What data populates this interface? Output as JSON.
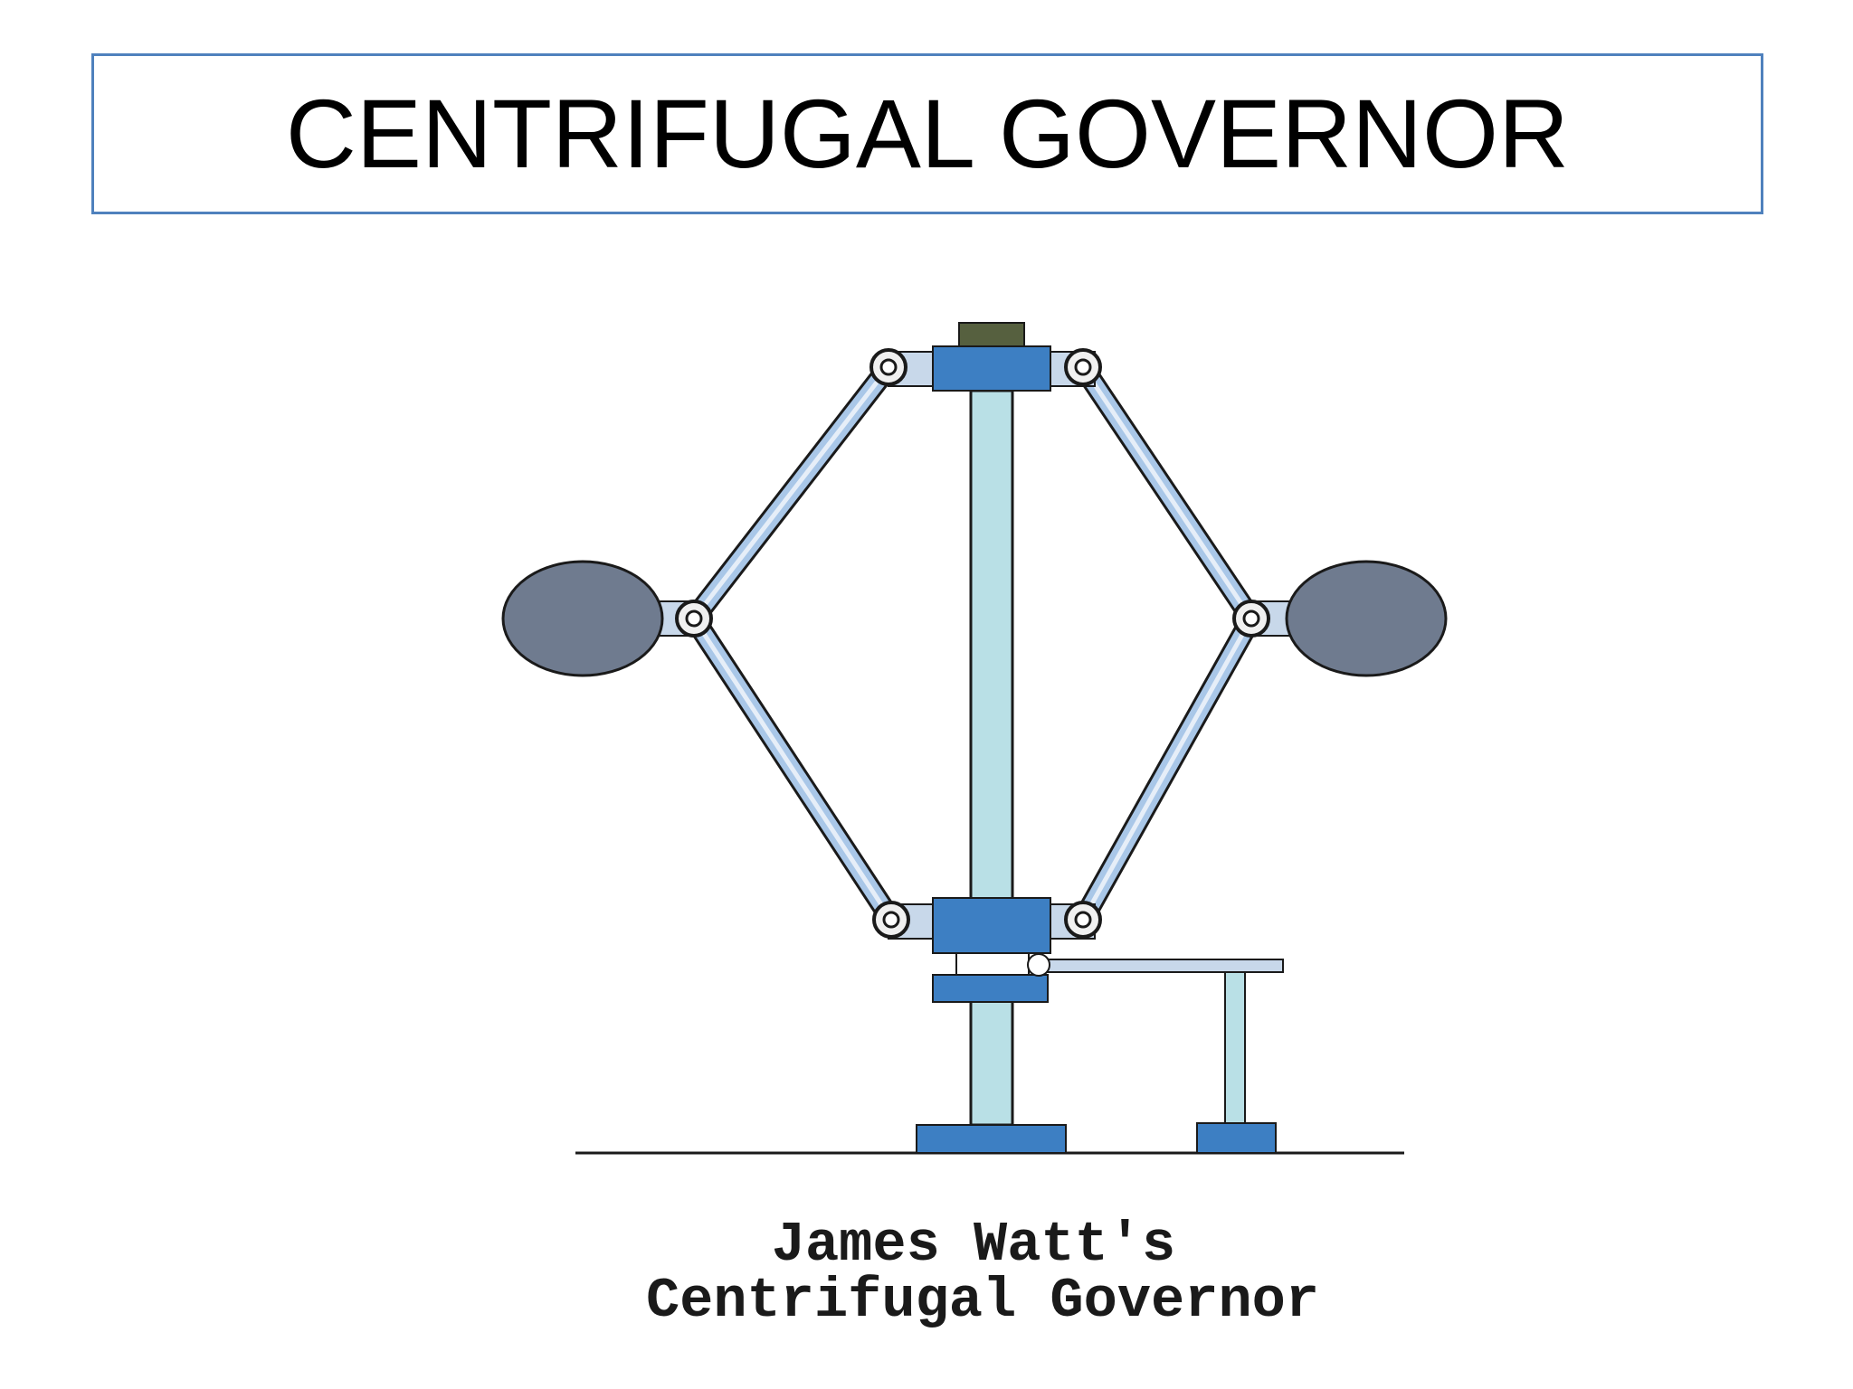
{
  "title": "CENTRIFUGAL GOVERNOR",
  "caption": {
    "line1": "James Watt's",
    "line2": "Centrifugal Governor"
  },
  "colors": {
    "title_border": "#4f81bd",
    "blue_block": "#3d7fc3",
    "light_shaft": "#b9e0e6",
    "arm_fill": "#a9c7e8",
    "ball_fill": "#6f7b8f",
    "top_cap": "#56603f",
    "outline": "#1a1a1a"
  }
}
